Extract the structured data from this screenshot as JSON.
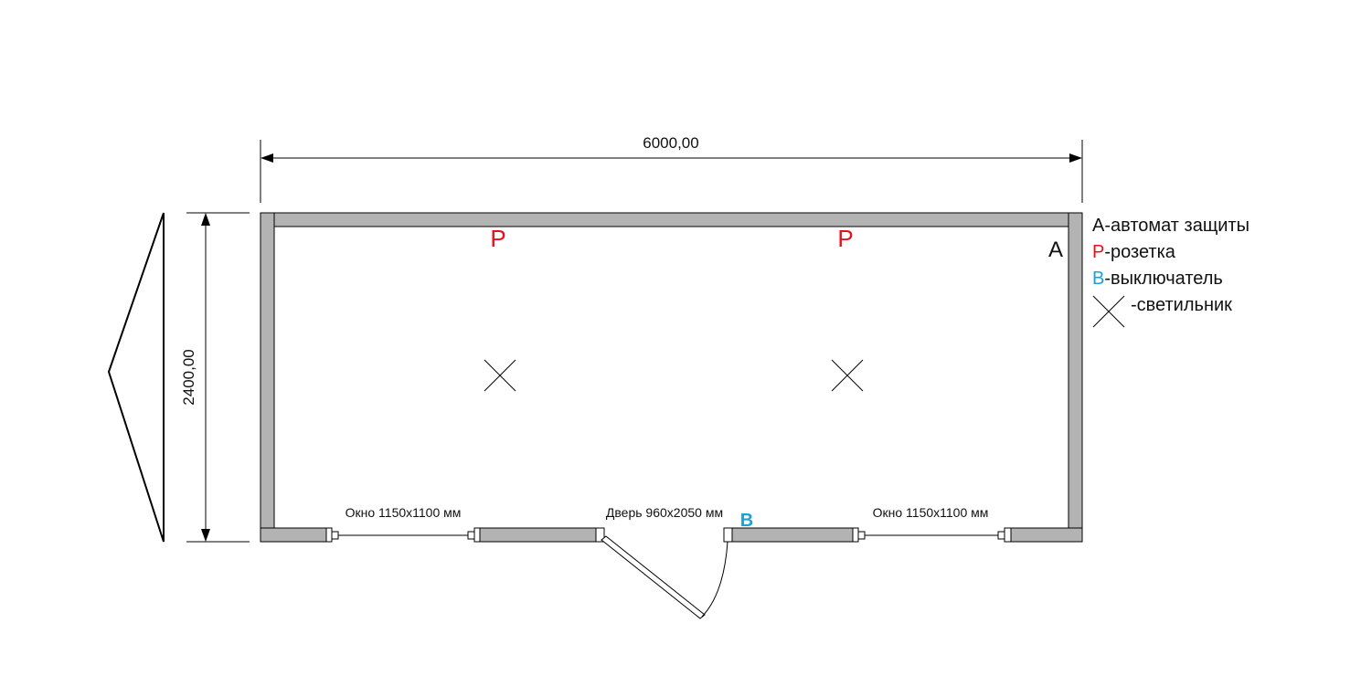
{
  "dimensions": {
    "width_label": "6000,00",
    "height_label": "2400,00"
  },
  "room_labels": {
    "socket_left": "Р",
    "socket_right": "Р",
    "breaker": "А",
    "switch": "В"
  },
  "openings": {
    "window_left": "Окно 1150x1100 мм",
    "door": "Дверь 960x2050 мм",
    "window_right": "Окно 1150x1100 мм"
  },
  "legend": {
    "breaker_key": "А",
    "breaker_text": "-автомат защиты",
    "socket_key": "Р",
    "socket_text": "-розетка",
    "switch_key": "В",
    "switch_text": "-выключатель",
    "lamp_text": "-светильник"
  },
  "colors": {
    "wall_fill": "#b3b3b3",
    "socket": "#e0141e",
    "switch": "#1aa3d9",
    "line": "#000000"
  }
}
